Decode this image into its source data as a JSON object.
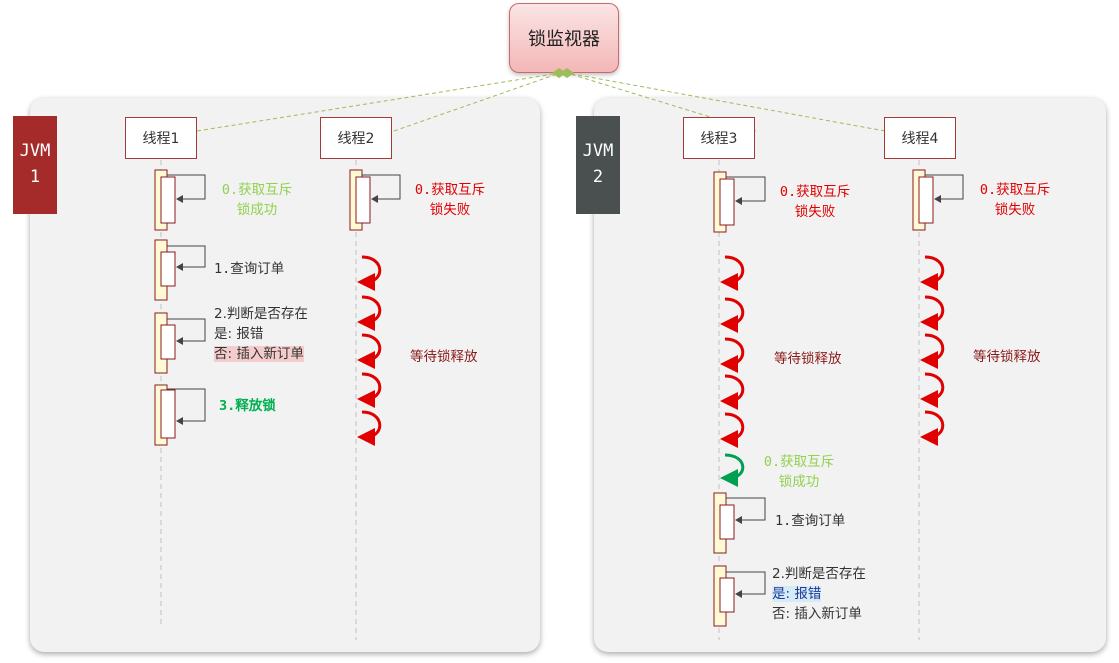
{
  "monitor": {
    "label": "锁监视器"
  },
  "jvm1": {
    "line1": "JVM",
    "line2": "1",
    "color": "#a52a2a"
  },
  "jvm2": {
    "line1": "JVM",
    "line2": "2",
    "color": "#4a4f4f"
  },
  "threads": {
    "t1": "线程1",
    "t2": "线程2",
    "t3": "线程3",
    "t4": "线程4"
  },
  "t1_steps": {
    "acquire_1": "0.获取互斥",
    "acquire_2": "锁成功",
    "query": "1.查询订单",
    "judge_1": "2.判断是否存在",
    "judge_2": "是: 报错",
    "judge_3": "否: 插入新订单",
    "release": "3.释放锁"
  },
  "t2_steps": {
    "acquire_1": "0.获取互斥",
    "acquire_2": "锁失败",
    "wait": "等待锁释放"
  },
  "t3_steps": {
    "acquire_fail_1": "0.获取互斥",
    "acquire_fail_2": "锁失败",
    "wait": "等待锁释放",
    "acquire_ok_1": "0.获取互斥",
    "acquire_ok_2": "锁成功",
    "query": "1.查询订单",
    "judge_1": "2.判断是否存在",
    "judge_2": "是: 报错",
    "judge_3": "否: 插入新订单"
  },
  "t4_steps": {
    "acquire_1": "0.获取互斥",
    "acquire_2": "锁失败",
    "wait": "等待锁释放"
  },
  "colors": {
    "fail": "#e00000",
    "success_light": "#92d050",
    "success": "#00b050",
    "wait": "#8b1a1a",
    "connector": "#9cbd5a"
  }
}
